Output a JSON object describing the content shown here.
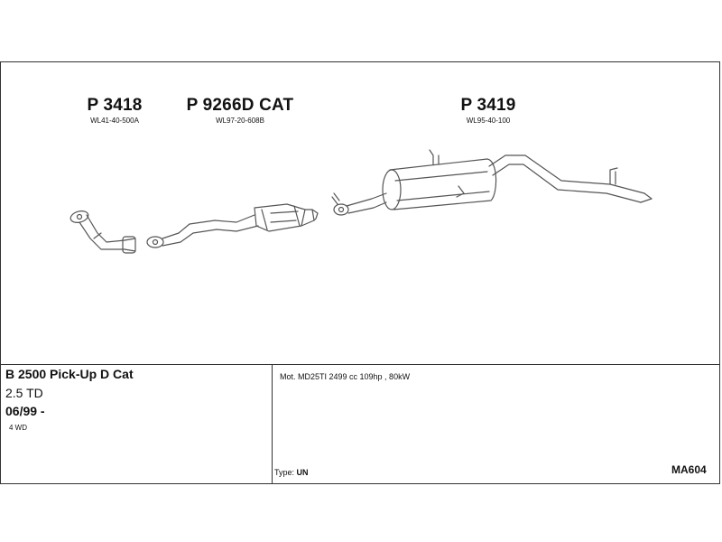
{
  "parts": [
    {
      "number": "P 3418",
      "code": "WL41-40-500A"
    },
    {
      "number": "P 9266D CAT",
      "code": "WL97-20-608B"
    },
    {
      "number": "P 3419",
      "code": "WL95-40-100"
    }
  ],
  "vehicle": {
    "model": "B 2500 Pick-Up D Cat",
    "engine": "2.5 TD",
    "date": "06/99 -",
    "drive": "4 WD"
  },
  "details": {
    "motor": "Mot. MD25TI 2499 cc 109hp , 80kW",
    "type_label": "Type:",
    "type_value": "UN"
  },
  "reference": "MA604"
}
